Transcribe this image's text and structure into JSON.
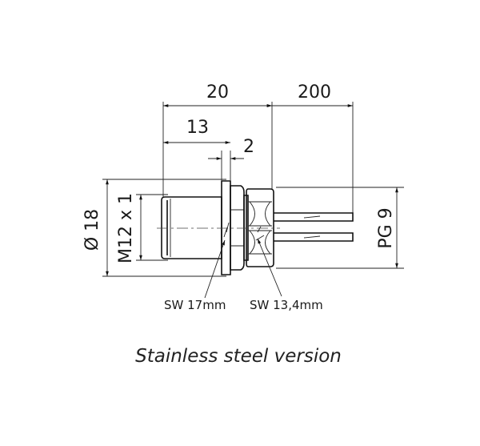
{
  "dimensions": {
    "overall_length": "20",
    "cable_length": "200",
    "thread_length": "13",
    "flange_thickness": "2",
    "outer_diameter": "Ø 18",
    "thread": "M12 x 1",
    "gland_thread": "PG 9"
  },
  "labels": {
    "wrench_size_nut": "SW 17mm",
    "wrench_size_gland": "SW 13,4mm"
  },
  "caption": "Stainless steel version",
  "colors": {
    "line": "#111111",
    "background": "#ffffff"
  }
}
